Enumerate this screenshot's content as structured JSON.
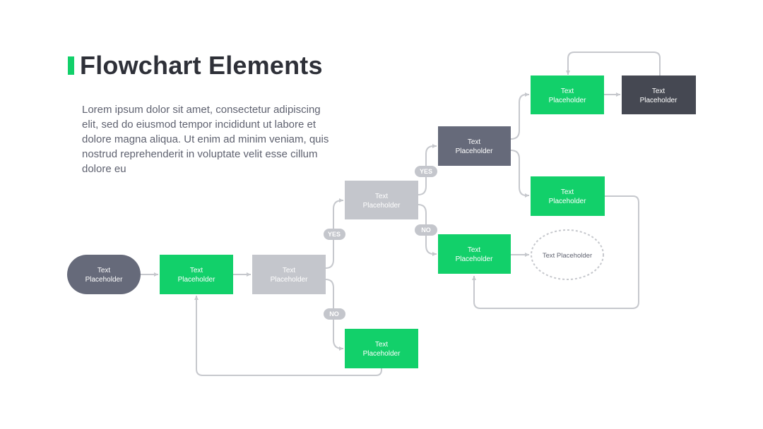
{
  "slide": {
    "title": "Flowchart Elements",
    "description_lines": [
      "Lorem ipsum dolor sit amet, consectetur adipiscing",
      "elit, sed do eiusmod tempor incididunt ut labore et",
      "dolore magna aliqua. Ut enim ad minim veniam, quis",
      "nostrud reprehenderit in voluptate velit esse cillum",
      "dolore eu"
    ]
  },
  "colors": {
    "accent_green": "#12d06a",
    "slate": "#666a7a",
    "dark": "#454852",
    "light_gray": "#c4c6cc",
    "connector": "#c6c8cd"
  },
  "nodes": {
    "start": {
      "line1": "Text",
      "line2": "Placeholder"
    },
    "process_1": {
      "line1": "Text",
      "line2": "Placeholder"
    },
    "decision_1": {
      "line1": "Text",
      "line2": "Placeholder"
    },
    "no_branch_1": {
      "line1": "Text",
      "line2": "Placeholder"
    },
    "decision_2": {
      "line1": "Text",
      "line2": "Placeholder"
    },
    "decision_3": {
      "line1": "Text",
      "line2": "Placeholder"
    },
    "process_no_2": {
      "line1": "Text",
      "line2": "Placeholder"
    },
    "dashed_end": {
      "label": "Text Placeholder"
    },
    "process_top": {
      "line1": "Text",
      "line2": "Placeholder"
    },
    "dark_top": {
      "line1": "Text",
      "line2": "Placeholder"
    },
    "process_mid": {
      "line1": "Text",
      "line2": "Placeholder"
    }
  },
  "labels": {
    "yes_1": "YES",
    "no_1": "NO",
    "yes_2": "YES",
    "no_2": "NO"
  }
}
